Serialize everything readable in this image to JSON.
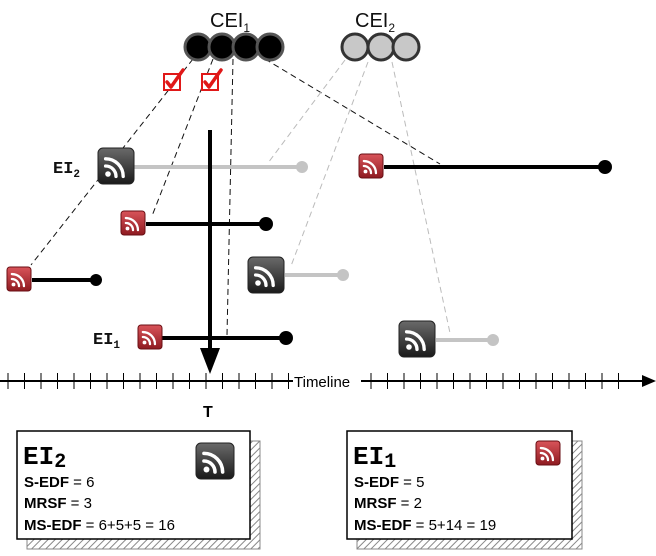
{
  "cei": [
    {
      "label": "CEI",
      "sub": "1",
      "state": "filled"
    },
    {
      "label": "CEI",
      "sub": "2",
      "state": "hollow"
    }
  ],
  "ei_labels": [
    {
      "label": "EI",
      "sub": "2"
    },
    {
      "label": "EI",
      "sub": "1"
    }
  ],
  "timeline": {
    "label": "Timeline",
    "marker": "T"
  },
  "cards": [
    {
      "title": "EI",
      "sub": "2",
      "icon": "rss-feed-icon-dark",
      "metrics": [
        {
          "key": "S-EDF",
          "value": " = 6"
        },
        {
          "key": "MRSF",
          "value": " = 3"
        },
        {
          "key": "MS-EDF",
          "value": " = 6+5+5 = 16"
        }
      ]
    },
    {
      "title": "EI",
      "sub": "1",
      "icon": "rss-feed-icon-red",
      "metrics": [
        {
          "key": "S-EDF",
          "value": " = 5"
        },
        {
          "key": "MRSF",
          "value": " = 2"
        },
        {
          "key": "MS-EDF",
          "value": " = 5+14 = 19"
        }
      ]
    }
  ],
  "colors": {
    "dark": "#111111",
    "grey": "#c4c4c4",
    "red": "#c0262d",
    "check": "#e01818"
  }
}
